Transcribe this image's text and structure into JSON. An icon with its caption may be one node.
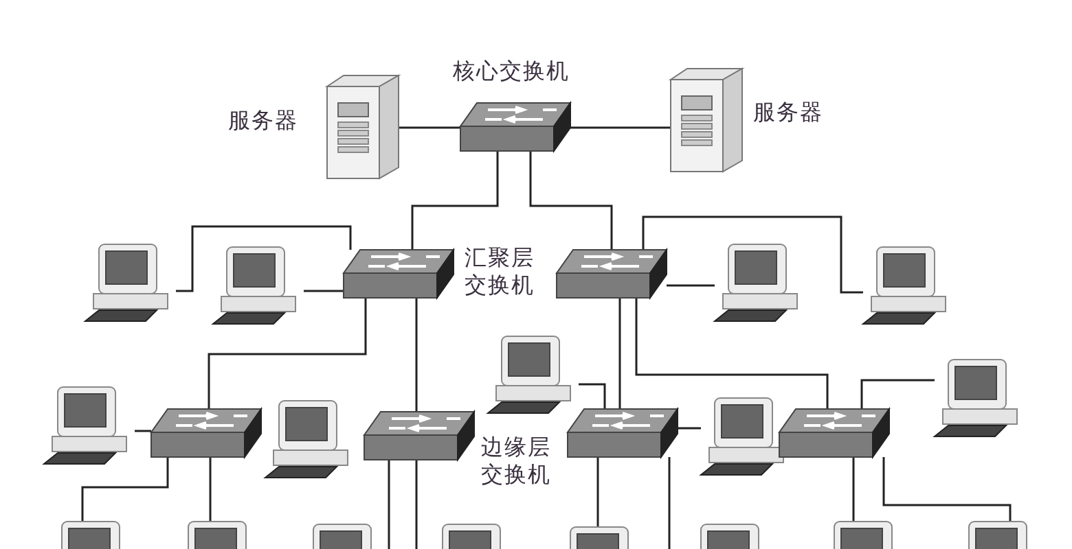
{
  "diagram": {
    "nodes": [
      {
        "text": [
          "服务器"
        ]
      },
      {
        "text": [
          "核心交换机"
        ]
      },
      {
        "text": [
          "服务器"
        ]
      },
      {
        "text": [],
        "shape": "picture"
      },
      {
        "text": [],
        "shape": "picture"
      },
      {
        "text": [
          "汇聚层交换机"
        ]
      },
      {
        "text": [],
        "shape": "picture"
      },
      {
        "text": [],
        "shape": "picture"
      },
      {
        "text": [],
        "shape": "picture"
      },
      {
        "text": [],
        "shape": "picture"
      },
      {
        "text": [],
        "shape": "picture"
      },
      {
        "text": [],
        "shape": "picture"
      },
      {
        "text": [
          "边缘层交换机"
        ]
      },
      {
        "text": [],
        "shape": "picture"
      },
      {
        "text": [],
        "shape": "picture"
      },
      {
        "text": [],
        "shape": "picture"
      },
      {
        "text": [],
        "shape": "picture"
      },
      {
        "text": [],
        "shape": "picture"
      },
      {
        "text": [],
        "shape": "picture"
      },
      {
        "text": [],
        "shape": "picture"
      },
      {
        "text": [],
        "shape": "picture"
      },
      {
        "text": [],
        "shape": "picture"
      },
      {
        "text": [],
        "shape": "picture"
      },
      {
        "text": [],
        "shape": "picture"
      },
      {
        "text": [],
        "shape": "picture"
      },
      {
        "text": [],
        "shape": "picture"
      }
    ],
    "edges": [
      {
        "from": 0,
        "to": 1,
        "arrow": "none"
      },
      {
        "from": 1,
        "to": 2,
        "arrow": "none"
      },
      {
        "from": 1,
        "to": 5,
        "arrow": "none"
      },
      {
        "from": 1,
        "to": 6,
        "arrow": "none"
      },
      {
        "from": 5,
        "to": 3,
        "arrow": "none"
      },
      {
        "from": 5,
        "to": 4,
        "arrow": "none"
      },
      {
        "from": 5,
        "to": 10,
        "arrow": "none"
      },
      {
        "from": 5,
        "to": 12,
        "arrow": "none"
      },
      {
        "from": 6,
        "to": 7,
        "arrow": "none"
      },
      {
        "from": 6,
        "to": 8,
        "arrow": "none"
      },
      {
        "from": 6,
        "to": 14,
        "arrow": "none"
      },
      {
        "from": 6,
        "to": 16,
        "arrow": "none"
      },
      {
        "from": 14,
        "to": 13,
        "arrow": "none"
      },
      {
        "from": 14,
        "to": 15,
        "arrow": "none"
      },
      {
        "from": 16,
        "to": 17,
        "arrow": "none"
      },
      {
        "from": 10,
        "to": 9,
        "arrow": "none"
      },
      {
        "from": 10,
        "to": 18,
        "arrow": "none"
      },
      {
        "from": 10,
        "to": 19,
        "arrow": "none"
      },
      {
        "from": 12,
        "to": null,
        "arrow": "none"
      },
      {
        "from": 12,
        "to": null,
        "arrow": "none"
      },
      {
        "from": 14,
        "to": 22,
        "arrow": "none"
      },
      {
        "from": 14,
        "to": null,
        "arrow": "none"
      },
      {
        "from": 16,
        "to": 24,
        "arrow": "none"
      },
      {
        "from": 16,
        "to": 25,
        "arrow": "none"
      }
    ]
  }
}
